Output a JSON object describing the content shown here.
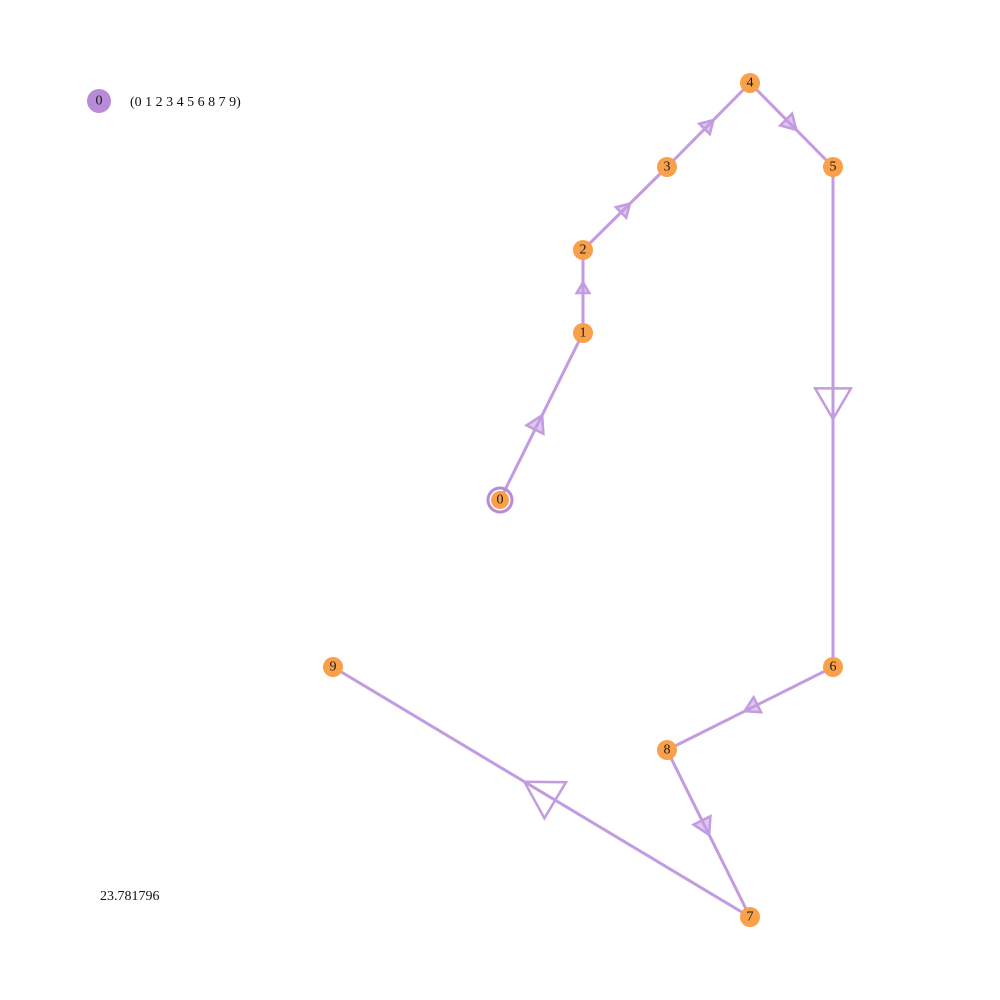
{
  "legend": {
    "route_id": "0",
    "sequence_text": "(0 1 2 3 4 5 6 8 7 9)"
  },
  "score_text": "23.781796",
  "colors": {
    "route": "#c39be0",
    "route_dot": "#b88ad8",
    "node_fill": "#f8a04a",
    "depot_ring": "#b88ad8",
    "label": "#1a1a1a"
  },
  "depot": "0",
  "route_order": [
    "0",
    "1",
    "2",
    "3",
    "4",
    "5",
    "6",
    "8",
    "7",
    "9"
  ],
  "nodes": [
    {
      "id": "0",
      "label": "0"
    },
    {
      "id": "1",
      "label": "1"
    },
    {
      "id": "2",
      "label": "2"
    },
    {
      "id": "3",
      "label": "3"
    },
    {
      "id": "4",
      "label": "4"
    },
    {
      "id": "5",
      "label": "5"
    },
    {
      "id": "6",
      "label": "6"
    },
    {
      "id": "7",
      "label": "7"
    },
    {
      "id": "8",
      "label": "8"
    },
    {
      "id": "9",
      "label": "9"
    }
  ]
}
